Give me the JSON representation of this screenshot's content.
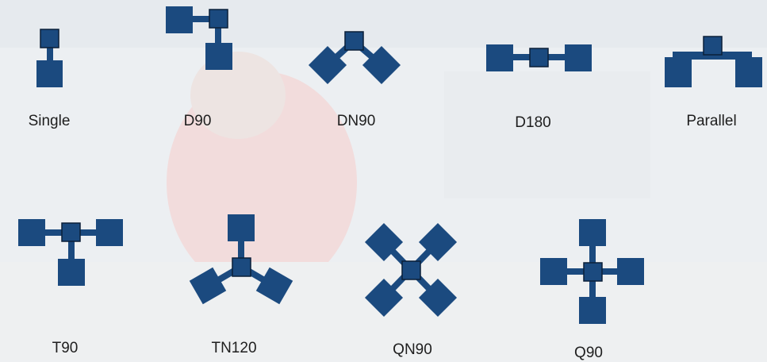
{
  "colors": {
    "module": "#1b4a7f",
    "hub": "#1b4a7f",
    "outline": "#0b1f38"
  },
  "configurations": [
    {
      "id": "single",
      "label": "Single"
    },
    {
      "id": "d90",
      "label": "D90"
    },
    {
      "id": "dn90",
      "label": "DN90"
    },
    {
      "id": "d180",
      "label": "D180"
    },
    {
      "id": "parallel",
      "label": "Parallel"
    },
    {
      "id": "t90",
      "label": "T90"
    },
    {
      "id": "tn120",
      "label": "TN120"
    },
    {
      "id": "qn90",
      "label": "QN90"
    },
    {
      "id": "q90",
      "label": "Q90"
    }
  ]
}
